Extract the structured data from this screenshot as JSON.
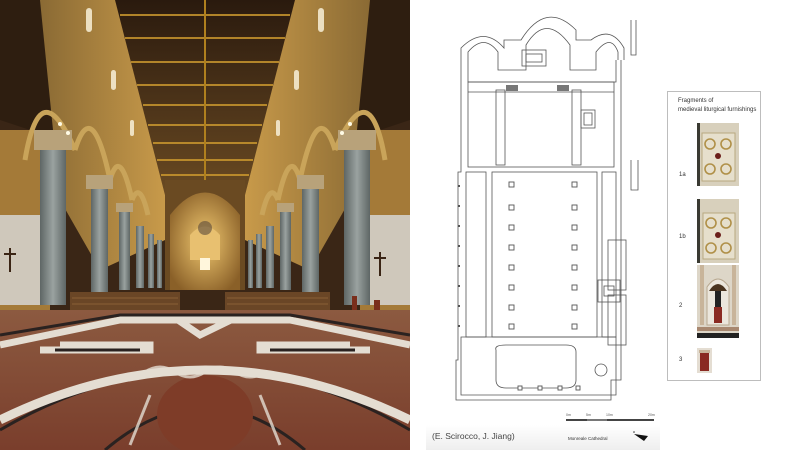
{
  "photo": {
    "subject": "Monreale Cathedral nave interior, view toward apse",
    "icon": "cathedral-interior-photo"
  },
  "plan": {
    "title": "Monreale Cathedral",
    "credit": "(E. Scirocco, J. Jiang)",
    "scale_bar": {
      "labels": [
        "0m",
        "5m",
        "10m",
        "20m"
      ]
    },
    "north_arrow_icon": "north-arrow-icon"
  },
  "legend": {
    "title_line1": "Fragments of",
    "title_line2": "medieval liturgical furnishings",
    "items": [
      {
        "label": "1a",
        "thumb": "marble-panel-with-roundels"
      },
      {
        "label": "1b",
        "thumb": "marble-panel-with-roundels"
      },
      {
        "label": "2",
        "thumb": "niche-with-statue-on-red-column"
      },
      {
        "label": "3",
        "thumb": "red-porphyry-column-fragment"
      }
    ]
  },
  "colors": {
    "mosaic_gold": "#b88a3e",
    "marble_red": "#8a4a35",
    "marble_white": "#d8d2c8",
    "column_gray": "#7d8584",
    "ceiling_dark": "#3a2616",
    "plan_line": "#555555",
    "legend_border": "#bdbdbd"
  }
}
